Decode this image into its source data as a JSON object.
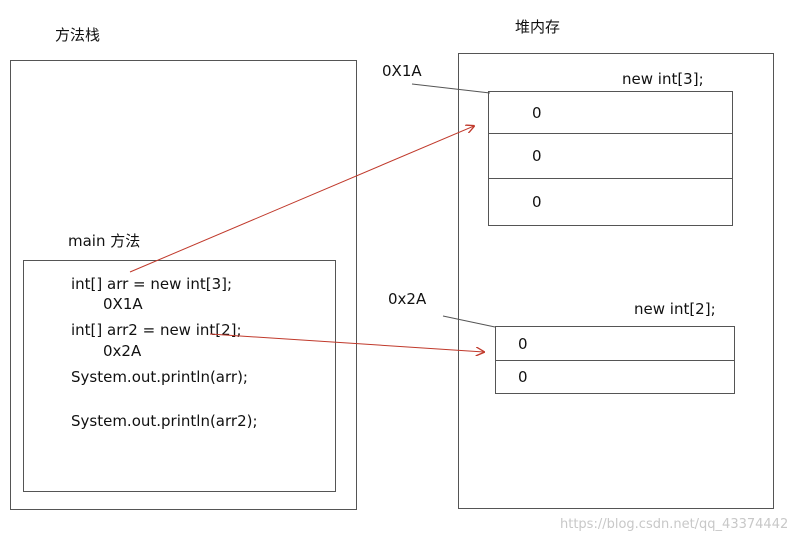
{
  "stack": {
    "title": "方法栈",
    "method_label": "main 方法",
    "code_lines": [
      "int[] arr = new int[3];",
      "0X1A",
      "int[] arr2 = new int[2];",
      "0x2A",
      "System.out.println(arr);",
      "System.out.println(arr2);"
    ]
  },
  "heap": {
    "title": "堆内存",
    "arrays": [
      {
        "address": "0X1A",
        "label": "new int[3];",
        "cells": [
          "0",
          "0",
          "0"
        ]
      },
      {
        "address": "0x2A",
        "label": "new int[2];",
        "cells": [
          "0",
          "0"
        ]
      }
    ]
  },
  "watermark": "https://blog.csdn.net/qq_43374442",
  "colors": {
    "arrow": "#c0392b",
    "line": "#555555"
  }
}
